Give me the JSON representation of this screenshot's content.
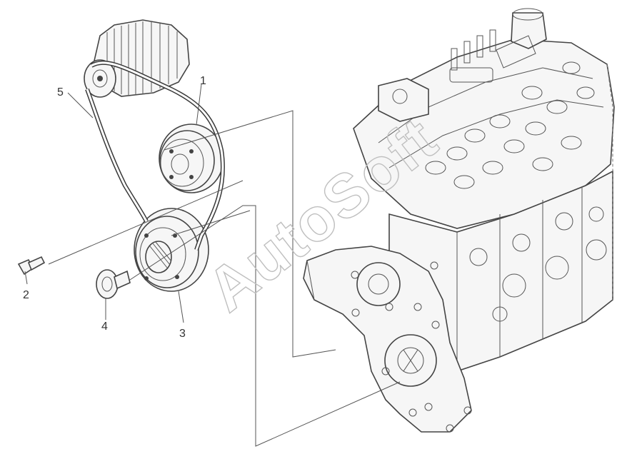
{
  "callouts": {
    "c1": "1",
    "c2": "2",
    "c3": "3",
    "c4": "4",
    "c5": "5"
  },
  "watermark": "AutoSoft"
}
